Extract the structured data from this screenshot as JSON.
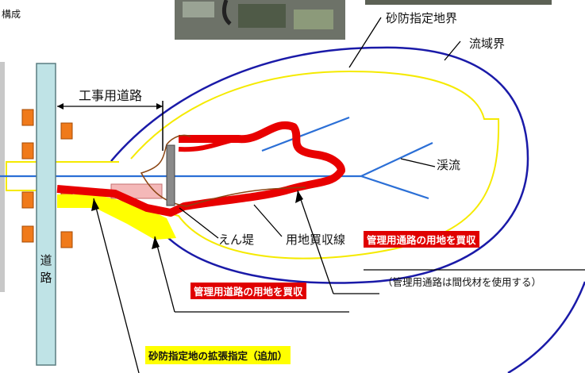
{
  "heading_fragment": "構成",
  "labels": {
    "sabo_boundary": "砂防指定地界",
    "watershed": "流域界",
    "construction_road": "工事用道路",
    "stream": "渓流",
    "dam": "えん堤",
    "purchase_line": "用地買収線",
    "road": "道路",
    "mgmt_road_purchase_right": "管理用通路の用地を買収",
    "mgmt_road_note": "（管理用通路は間伐材を使用する）",
    "mgmt_road_purchase_left": "管理用道路の用地を買収",
    "sabo_expansion": "砂防指定地の拡張指定（追加）"
  },
  "colors": {
    "watershed_line": "#1a1aa8",
    "sabo_boundary_line": "#f5ea00",
    "stream": "#2b6fd6",
    "management_road": "#e80000",
    "road_band": "#bfe3e6",
    "buildings": "#f07a1a",
    "dam": "#8a8a8a",
    "expansion_area": "#ffff00"
  }
}
